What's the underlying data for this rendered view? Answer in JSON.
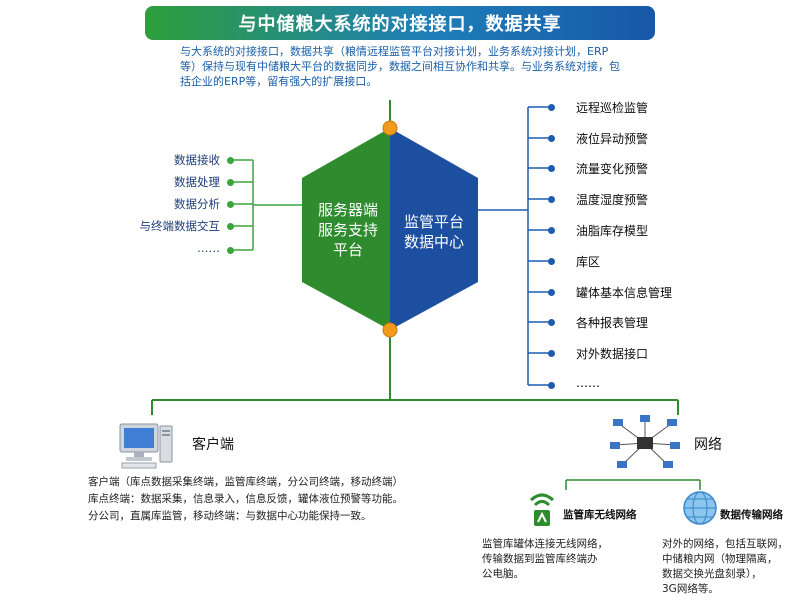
{
  "header": {
    "title": "与中储粮大系统的对接接口，数据共享",
    "intro": "与大系统的对接接口，数据共享（粮情远程监管平台对接计划，业务系统对接计划，ERP等）保持与现有中储粮大平台的数据同步，数据之间相互协作和共享。与业务系统对接，包括企业的ERP等，留有强大的扩展接口。"
  },
  "hexagon": {
    "left_lines": [
      "服务器端",
      "服务支持",
      "平台"
    ],
    "right_lines": [
      "监管平台",
      "数据中心"
    ],
    "colors": {
      "green": "#2e8b2e",
      "blue": "#1c4fa0",
      "node": "#f29a1c"
    }
  },
  "left_items": [
    "数据接收",
    "数据处理",
    "数据分析",
    "与终端数据交互",
    "……"
  ],
  "right_items": [
    "远程巡检监管",
    "液位异动预警",
    "流量变化预警",
    "温度湿度预警",
    "油脂库存模型",
    "库区",
    "罐体基本信息管理",
    "各种报表管理",
    "对外数据接口",
    "……"
  ],
  "client": {
    "title": "客户端",
    "lines": [
      "客户端（库点数据采集终端，监管库终端，分公司终端，移动终端）",
      "库点终端：数据采集，信息录入，信息反馈，罐体液位预警等功能。",
      "分公司，直属库监管，移动终端：与数据中心功能保持一致。"
    ],
    "icon": "computer-icon"
  },
  "network": {
    "title": "网络",
    "icon": "network-hub-icon",
    "wireless": {
      "title": "监管库无线网络",
      "icon": "wireless-signal-icon",
      "lines": [
        "监管库罐体连接无线网络，",
        "传输数据到监管库终端办",
        "公电脑。"
      ]
    },
    "transfer": {
      "title": "数据传输网络",
      "icon": "globe-network-icon",
      "lines": [
        "对外的网络，包括互联网，",
        "中储粮内网（物理隔离，",
        "数据交换光盘刻录），",
        "3G网络等。"
      ]
    }
  }
}
